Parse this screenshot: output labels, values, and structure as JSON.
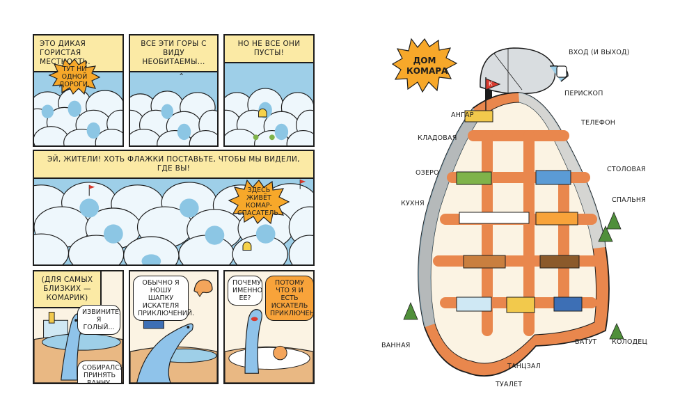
{
  "comic": {
    "p1": {
      "caption": "ЭТО ДИКАЯ ГОРИСТАЯ МЕСТНОСТЬ.",
      "burst": "ТУТ НИ ОДНОЙ ДОРОГИ."
    },
    "p2": {
      "caption": "ВСЕ ЭТИ ГОРЫ С ВИДУ НЕОБИТАЕМЫ..."
    },
    "p3": {
      "caption": "НО НЕ ВСЕ ОНИ ПУСТЫ!"
    },
    "p4": {
      "caption": "ЭЙ, ЖИТЕЛИ! ХОТЬ ФЛАЖКИ ПОСТАВЬТЕ, ЧТОБЫ МЫ ВИДЕЛИ, ГДЕ ВЫ!",
      "burst": "ЗДЕСЬ ЖИВЁТ КОМАР-СПАСАТЕЛЬ."
    },
    "p5": {
      "caption": "(ДЛЯ САМЫХ БЛИЗКИХ — КОМАРИК)",
      "bubble1": "ИЗВИНИТЕ, Я ГОЛЫЙ...",
      "bubble2": "СОБИРАЛСЯ ПРИНЯТЬ ВАННУ."
    },
    "p6": {
      "bubble": "ОБЫЧНО Я НОШУ ШАПКУ ИСКАТЕЛЯ ПРИКЛЮЧЕНИЙ."
    },
    "p7": {
      "bubble1": "ПОЧЕМУ ИМЕННО ЕЕ?",
      "bubble2": "ПОТОМУ ЧТО Я И ЕСТЬ ИСКАТЕЛЬ ПРИКЛЮЧЕНИЙ!"
    }
  },
  "map": {
    "title": "ДОМ КОМАРА",
    "flag_letter": "К",
    "labels": {
      "entrance": "ВХОД (И ВЫХОД)",
      "periscope": "ПЕРИСКОП",
      "hangar": "АНГАР",
      "phone": "ТЕЛЕФОН",
      "pantry": "КЛАДОВАЯ",
      "dining": "СТОЛОВАЯ",
      "lake": "ОЗЕРО",
      "bedroom": "СПАЛЬНЯ",
      "kitchen": "КУХНЯ",
      "bathroom": "ВАННАЯ",
      "trampoline": "БАТУТ",
      "well": "КОЛОДЕЦ",
      "dancehall": "ТАНЦЗАЛ",
      "toilet": "ТУАЛЕТ"
    }
  },
  "colors": {
    "sky": "#9ecfe8",
    "caption": "#fbeaa5",
    "burst": "#f7a82a",
    "mountain": "#e9874d",
    "interior": "#fbf3e3",
    "hill": "#d6ecf7"
  }
}
